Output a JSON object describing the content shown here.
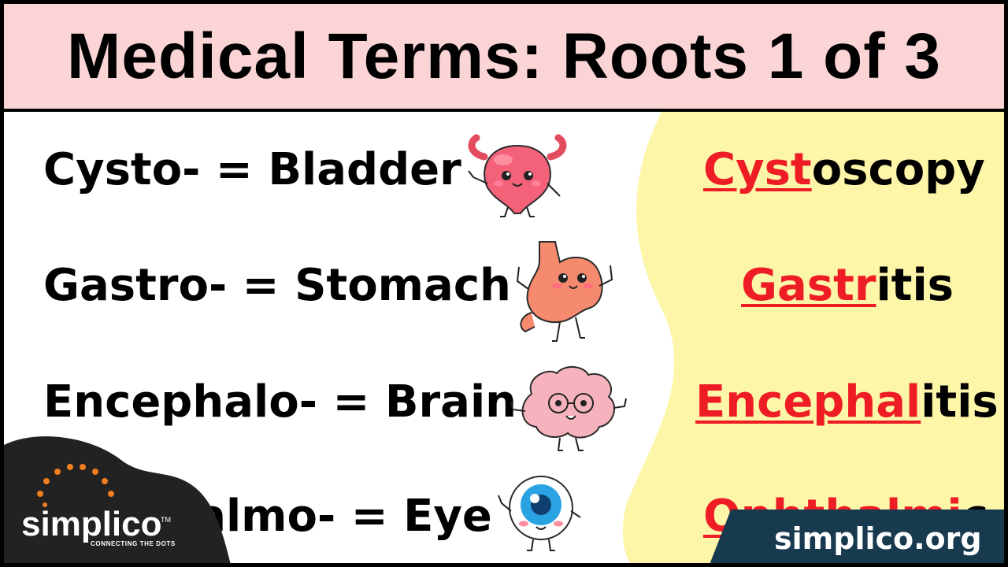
{
  "title": "Medical Terms: Roots 1 of 3",
  "colors": {
    "header_bg": "#fbd5d5",
    "wave_bg": "#fdf6a8",
    "root_red": "#ee1c24",
    "site_bar": "#183a4f",
    "logo_blob": "#222222",
    "logo_dots": "#f07d1e"
  },
  "terms": [
    {
      "label": "Cysto- = Bladder",
      "mascot": "bladder-mascot-icon",
      "example_root": "Cyst",
      "example_rest": "oscopy"
    },
    {
      "label": "Gastro- = Stomach",
      "mascot": "stomach-mascot-icon",
      "example_root": "Gastr",
      "example_rest": "itis"
    },
    {
      "label": "Encephalo- = Brain",
      "mascot": "brain-mascot-icon",
      "example_root": "Encephal",
      "example_rest": "itis"
    },
    {
      "label": "Ophthalmo- = Eye",
      "mascot": "eye-mascot-icon",
      "example_root": "Ophthalmi",
      "example_rest": "c"
    }
  ],
  "logo": {
    "name": "simplico",
    "trademark": "TM",
    "tagline": "CONNECTING THE DOTS"
  },
  "website": "simplico.org"
}
